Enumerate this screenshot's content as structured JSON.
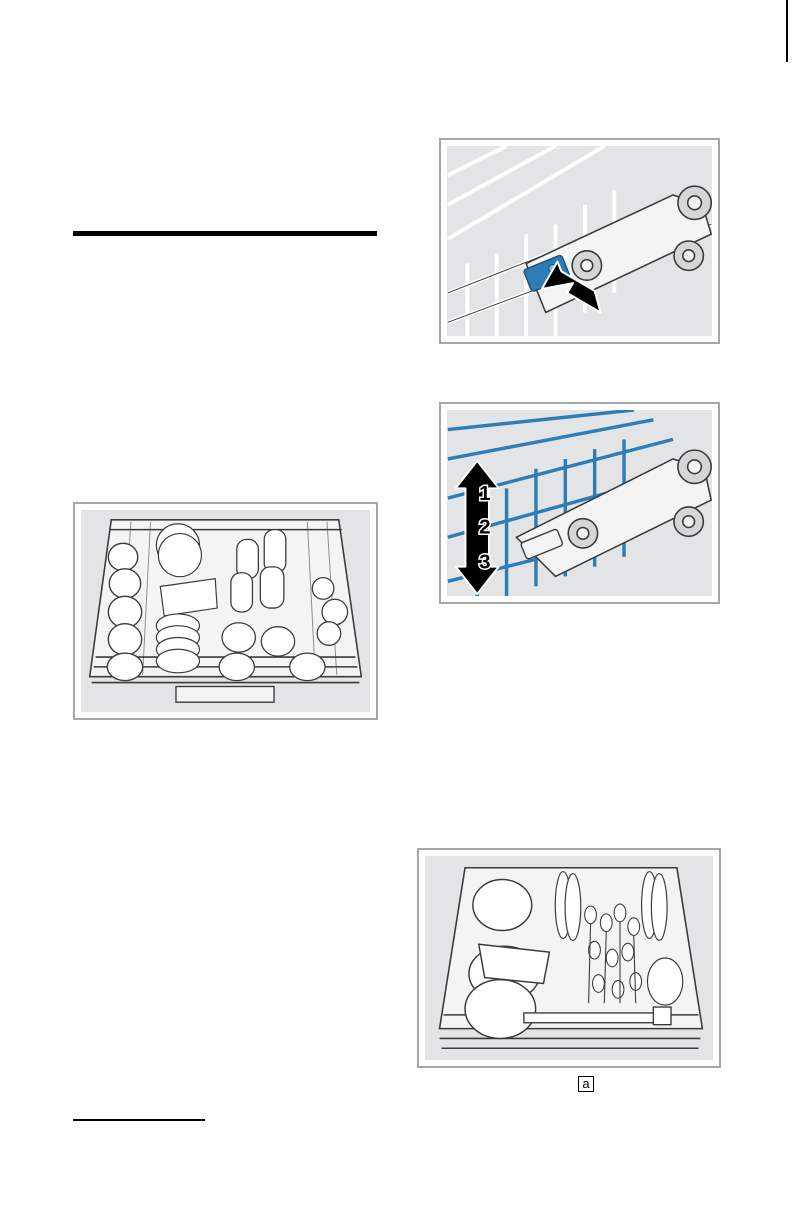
{
  "figures": {
    "upper_rack": {
      "icon": "upper-rack-loaded-illustration"
    },
    "release_lever": {
      "icon": "rack-height-release-lever-illustration"
    },
    "height_levels": {
      "icon": "rack-height-adjust-illustration",
      "levels": [
        "1",
        "2",
        "3"
      ]
    },
    "lower_rack": {
      "icon": "lower-rack-loaded-illustration",
      "callout": "a"
    }
  },
  "colors": {
    "figure_background": "#e3e4e5",
    "highlight_blue": "#2e7db6",
    "rack_wire": "#ffffff",
    "outline": "#3a3a3a"
  }
}
